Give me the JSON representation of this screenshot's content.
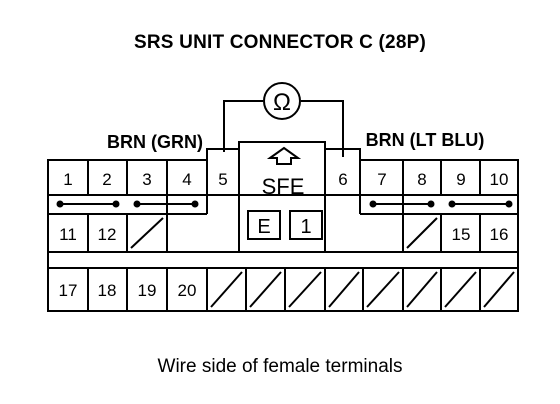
{
  "title": "SRS UNIT CONNECTOR C (28P)",
  "caption": "Wire side of female terminals",
  "wire_left": "BRN (GRN)",
  "wire_right": "BRN (LT BLU)",
  "meter_symbol": "Ω",
  "center_label": "SFE",
  "center_box_left": "E",
  "center_box_right": "1",
  "terminals": {
    "t1": "1",
    "t2": "2",
    "t3": "3",
    "t4": "4",
    "t5": "5",
    "t6": "6",
    "t7": "7",
    "t8": "8",
    "t9": "9",
    "t10": "10",
    "t11": "11",
    "t12": "12",
    "t15": "15",
    "t16": "16",
    "t17": "17",
    "t18": "18",
    "t19": "19",
    "t20": "20"
  },
  "colors": {
    "ink": "#000000",
    "background": "#ffffff"
  }
}
